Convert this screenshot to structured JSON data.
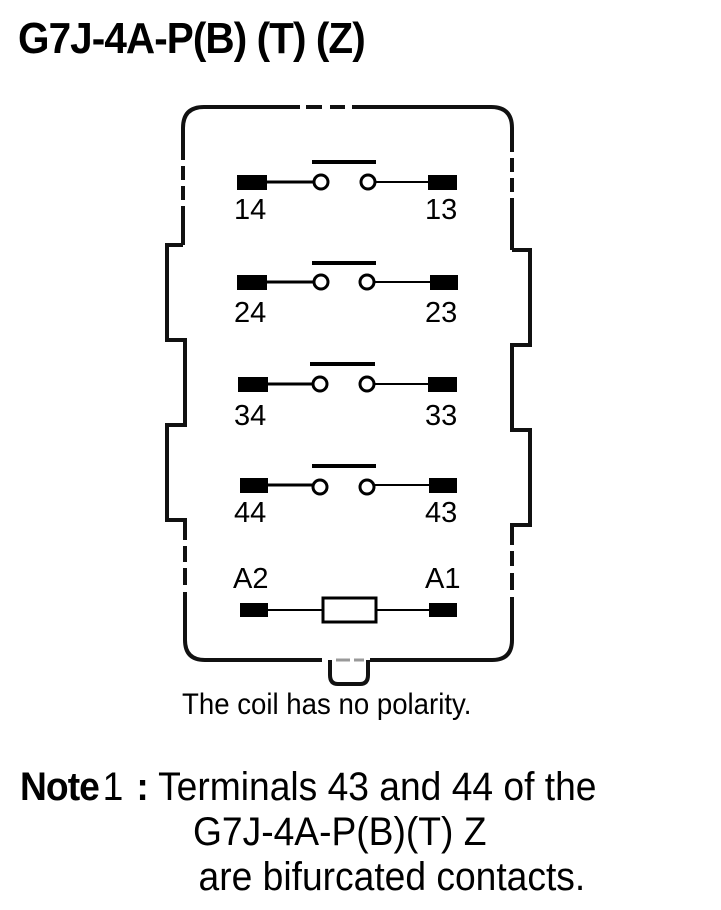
{
  "title": "G7J-4A-P(B) (T) (Z)",
  "diagram": {
    "contacts": [
      {
        "left_terminal": "14",
        "right_terminal": "13",
        "type": "normally-open"
      },
      {
        "left_terminal": "24",
        "right_terminal": "23",
        "type": "normally-open"
      },
      {
        "left_terminal": "34",
        "right_terminal": "33",
        "type": "normally-open"
      },
      {
        "left_terminal": "44",
        "right_terminal": "43",
        "type": "normally-open"
      }
    ],
    "coil": {
      "left_terminal": "A2",
      "right_terminal": "A1"
    }
  },
  "caption": "The coil has no polarity.",
  "note": {
    "label": "Note",
    "number": "1",
    "separator": ":",
    "lines": [
      "Terminals 43 and 44 of the",
      "G7J-4A-P(B)(T) Z",
      "are  bifurcated contacts."
    ]
  }
}
